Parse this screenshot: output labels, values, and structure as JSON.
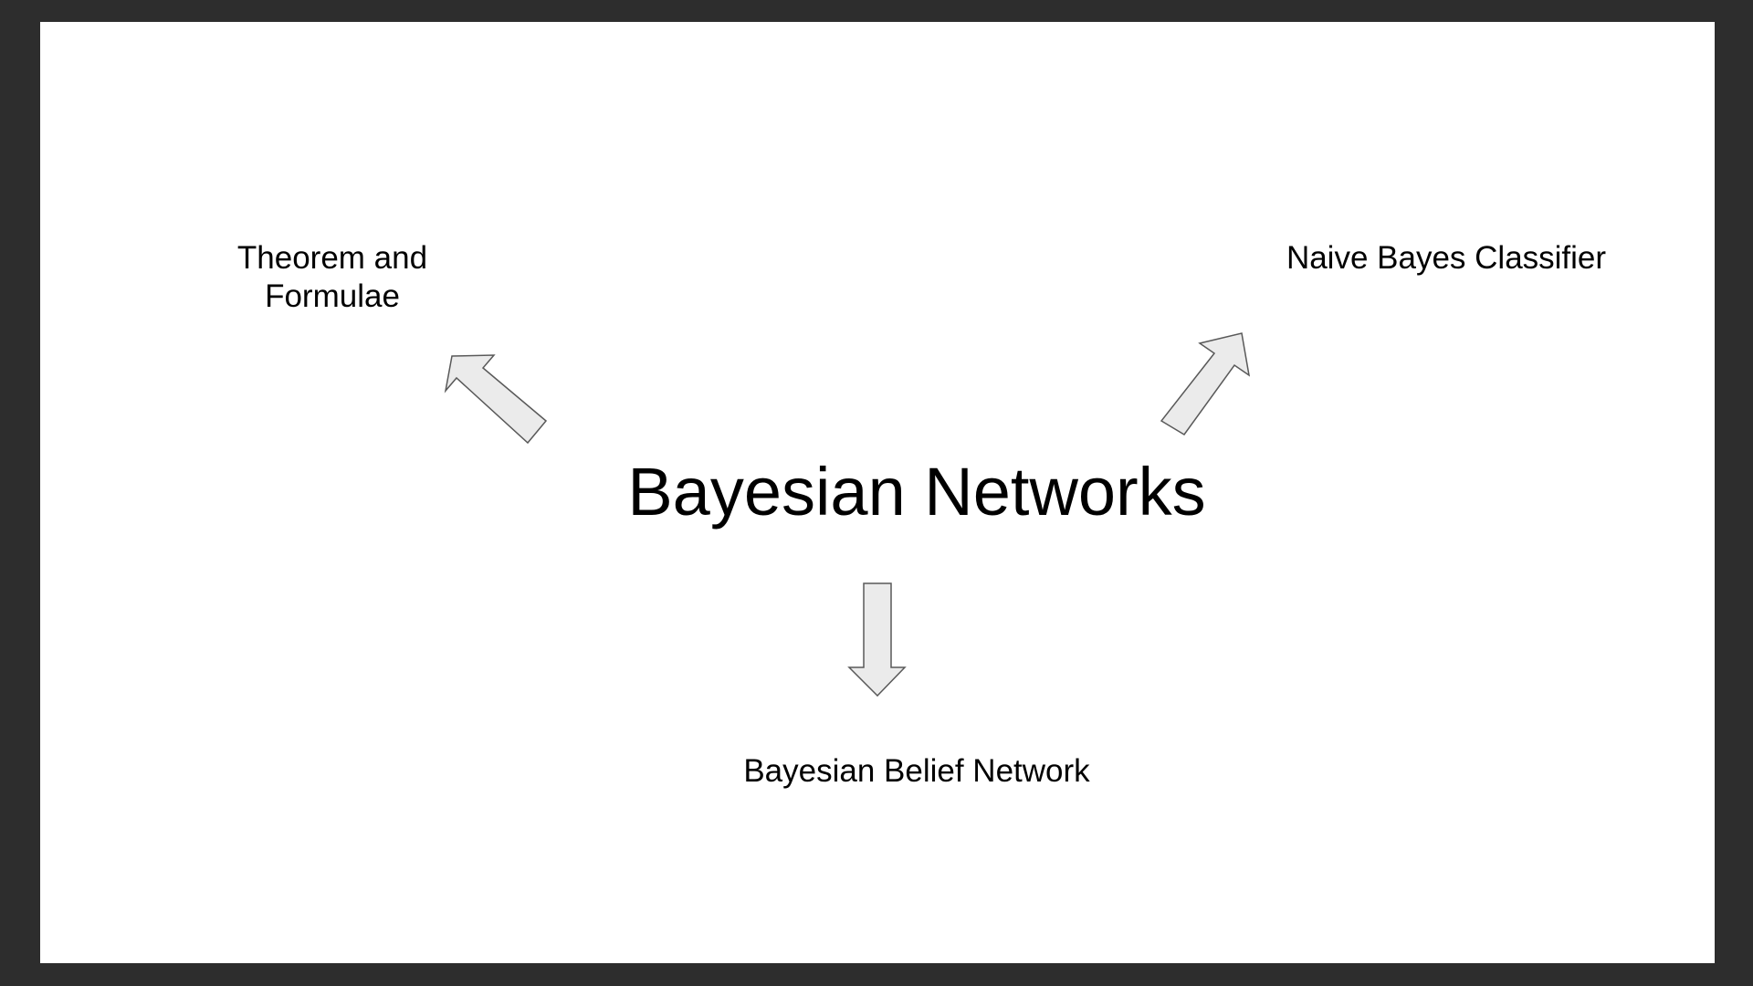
{
  "slide": {
    "title": "Bayesian Networks",
    "topics": {
      "left": "Theorem and Formulae",
      "right": "Naive Bayes Classifier",
      "bottom": "Bayesian Belief Network"
    },
    "arrow_fill": "#ebebeb",
    "arrow_stroke": "#595959",
    "background": "#ffffff",
    "frame": "#2d2d2d"
  }
}
